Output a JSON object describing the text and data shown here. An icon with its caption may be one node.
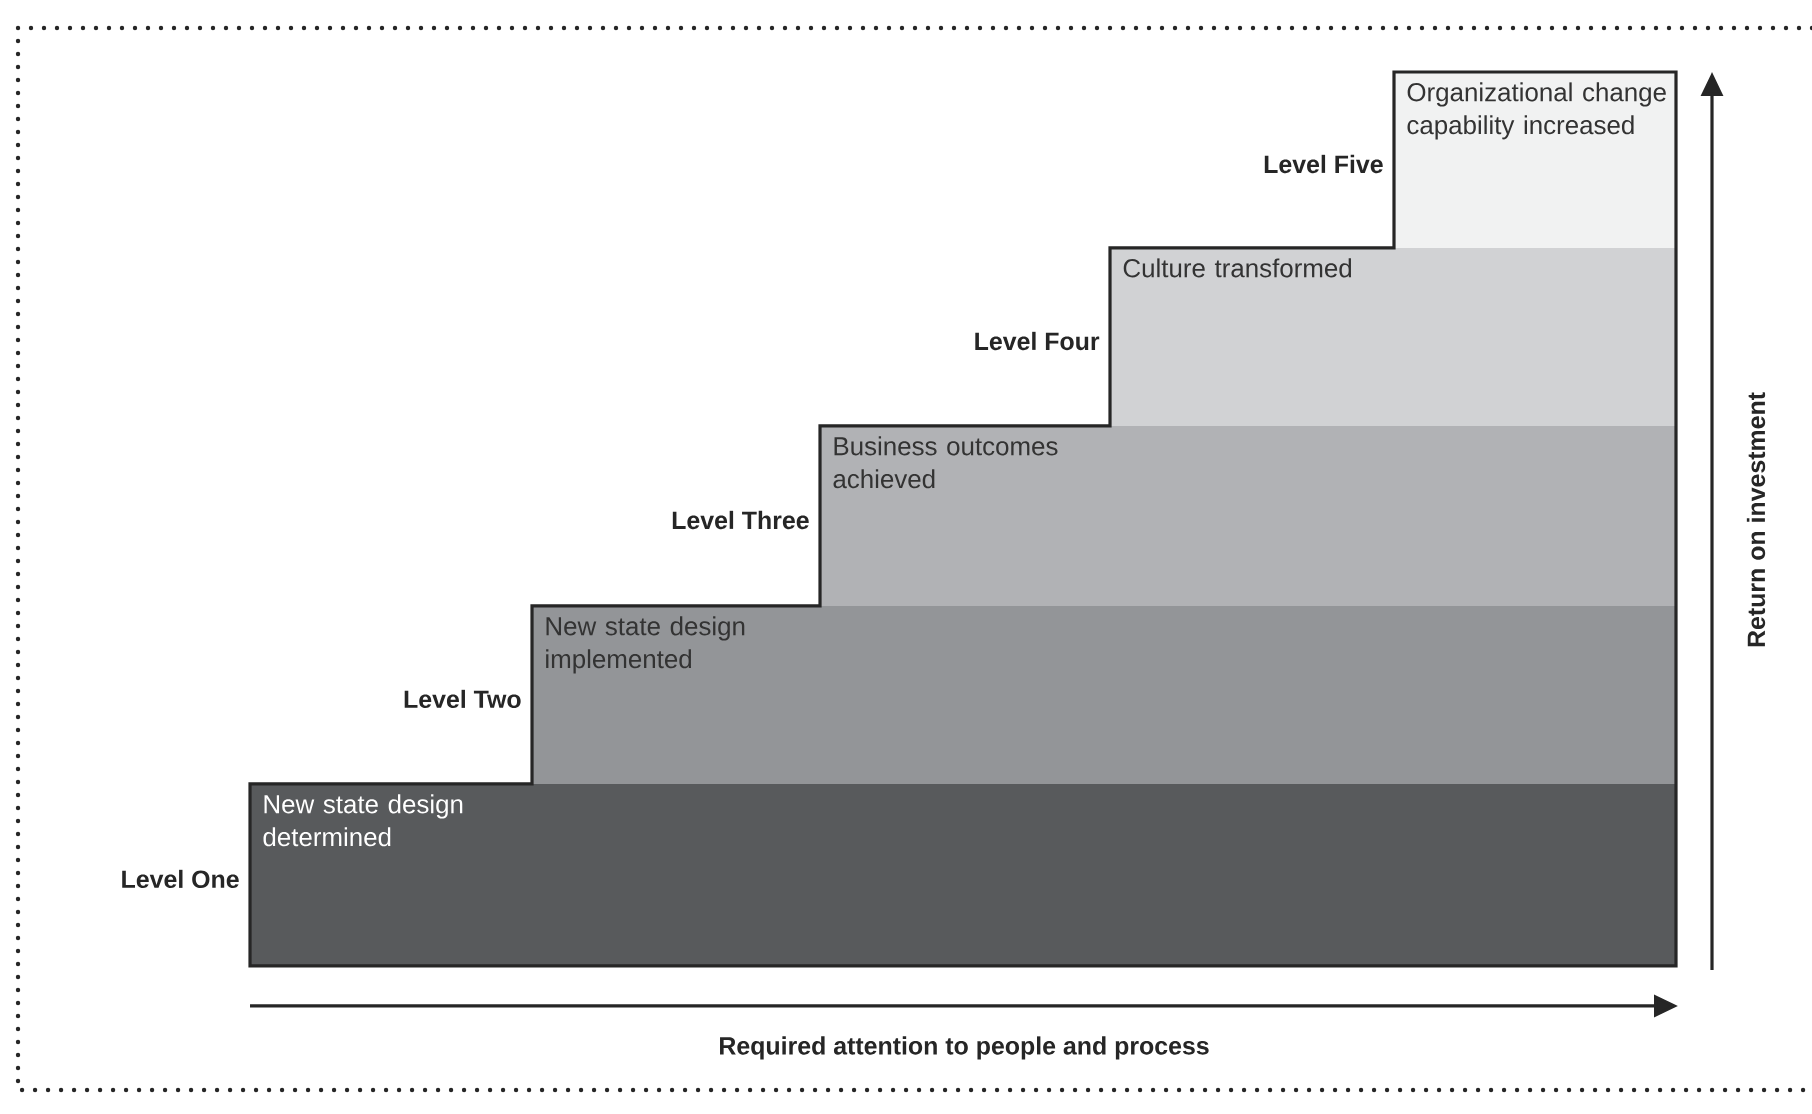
{
  "diagram": {
    "nodes": [
      {
        "text": [
          "New state design determined"
        ],
        "beside": [
          "Level One"
        ]
      },
      {
        "text": [
          "New state design implemented"
        ],
        "beside": [
          "Level Two"
        ]
      },
      {
        "text": [
          "Business outcomes achieved"
        ],
        "beside": [
          "Level Three"
        ]
      },
      {
        "text": [
          "Culture transformed"
        ],
        "beside": [
          "Level Four"
        ]
      },
      {
        "text": [
          "Organizational change capability increased"
        ],
        "beside": [
          "Level Five"
        ]
      }
    ],
    "labels": [
      "Return on investment",
      "Required attention to people and process"
    ]
  }
}
